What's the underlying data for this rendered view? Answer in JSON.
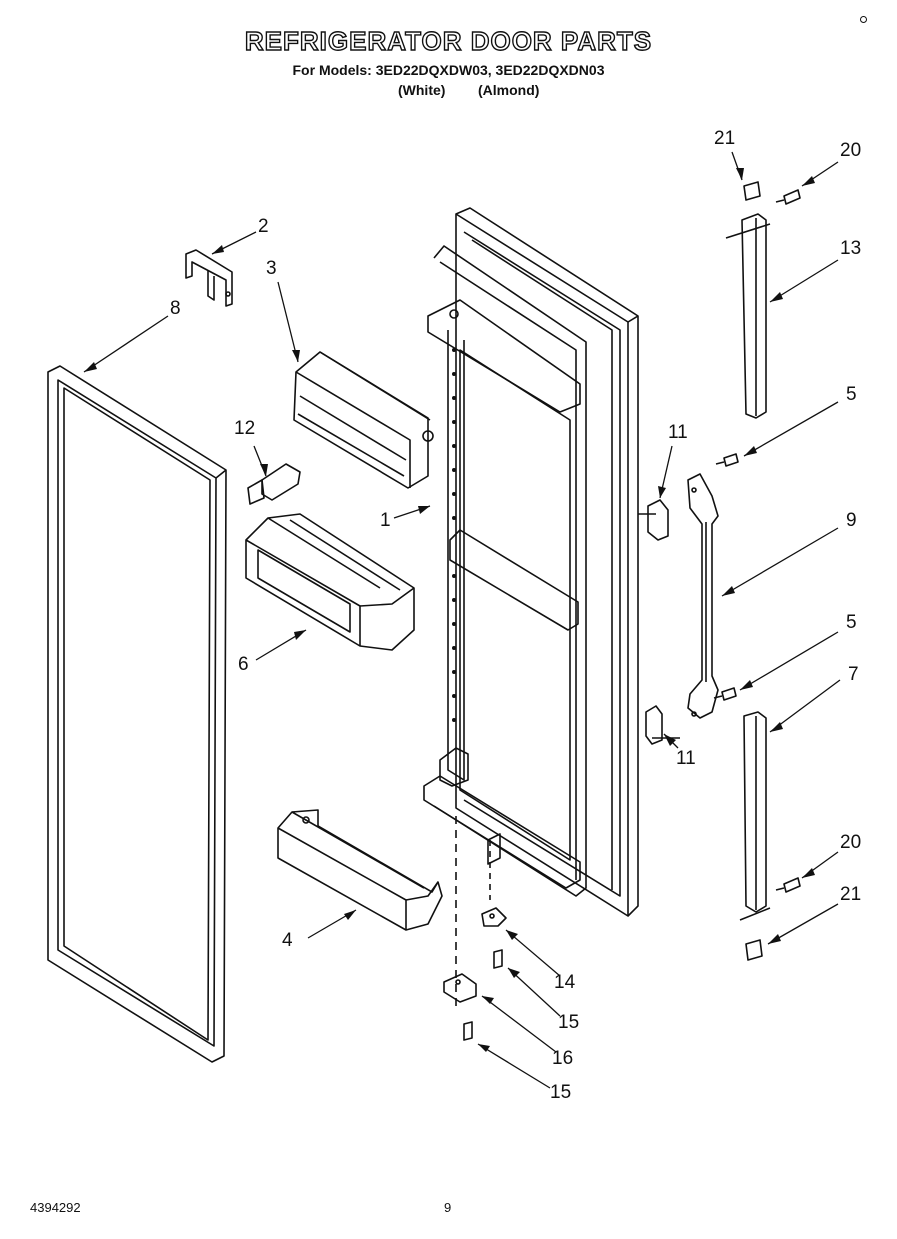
{
  "header": {
    "title": "REFRIGERATOR DOOR PARTS",
    "models_line": "For Models: 3ED22DQXDW03, 3ED22DQXDN03",
    "variant_1": "(White)",
    "variant_2": "(Almond)"
  },
  "callouts": {
    "c1": "1",
    "c2": "2",
    "c3": "3",
    "c4": "4",
    "c5a": "5",
    "c5b": "5",
    "c6": "6",
    "c7": "7",
    "c8": "8",
    "c9": "9",
    "c11a": "11",
    "c11b": "11",
    "c12": "12",
    "c13": "13",
    "c14": "14",
    "c15a": "15",
    "c15b": "15",
    "c16": "16",
    "c20a": "20",
    "c20b": "20",
    "c21a": "21",
    "c21b": "21"
  },
  "footer": {
    "doc_number": "4394292",
    "page_number": "9"
  }
}
